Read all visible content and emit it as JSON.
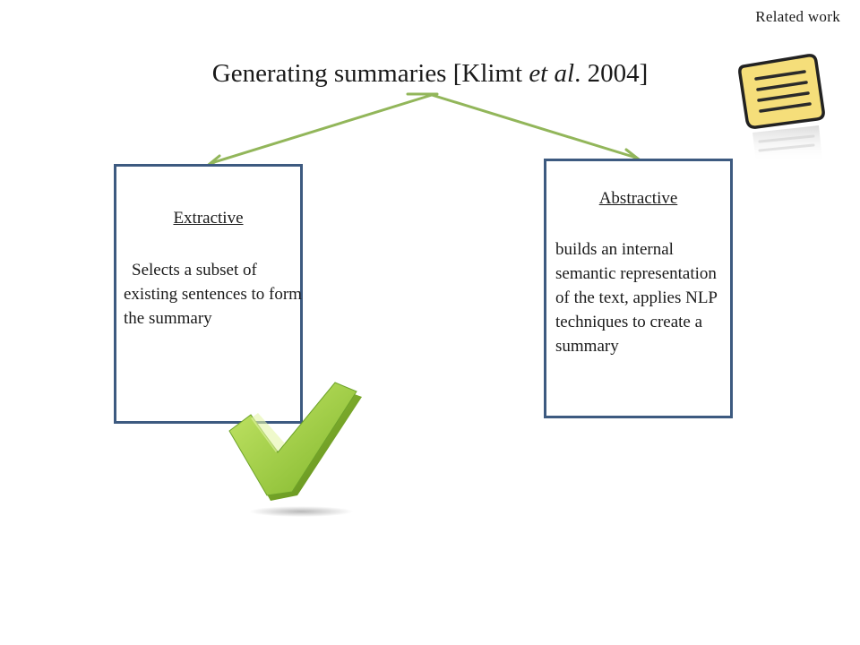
{
  "header": {
    "section_tag": "Related work"
  },
  "title": {
    "prefix": "Generating summaries [Klimt ",
    "etal": "et al",
    "suffix": ". 2004]"
  },
  "branches": [
    {
      "heading": "Extractive",
      "description": "Selects a subset of existing sentences to form the summary",
      "selected": true
    },
    {
      "heading": "Abstractive",
      "description": "builds an internal semantic representation of the text, applies NLP techniques to create a summary",
      "selected": false
    }
  ],
  "colors": {
    "connector": "#92b65a",
    "box_border": "#3d5a80",
    "check_green": "#8cc63f",
    "note_yellow": "#f5de7a"
  },
  "icons": {
    "check": "checkmark-icon",
    "note": "sticky-note-icon"
  }
}
